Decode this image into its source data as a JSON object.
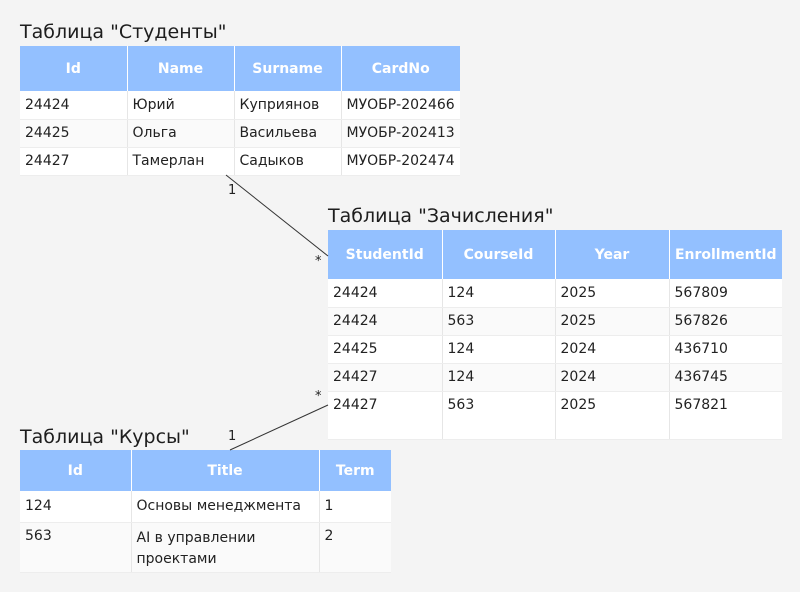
{
  "students": {
    "caption": "Таблица \"Студенты\"",
    "columns": [
      "Id",
      "Name",
      "Surname",
      "CardNo"
    ],
    "rows": [
      [
        "24424",
        "Юрий",
        "Куприянов",
        "МУОБР-202466"
      ],
      [
        "24425",
        "Ольга",
        "Васильева",
        "МУОБР-202413"
      ],
      [
        "24427",
        "Тамерлан",
        "Садыков",
        "МУОБР-202474"
      ]
    ]
  },
  "enrollments": {
    "caption": "Таблица \"Зачисления\"",
    "columns": [
      "StudentId",
      "CourseId",
      "Year",
      "EnrollmentId"
    ],
    "rows": [
      [
        "24424",
        "124",
        "2025",
        "567809"
      ],
      [
        "24424",
        "563",
        "2025",
        "567826"
      ],
      [
        "24425",
        "124",
        "2024",
        "436710"
      ],
      [
        "24427",
        "124",
        "2024",
        "436745"
      ],
      [
        "24427",
        "563",
        "2025",
        "567821"
      ]
    ]
  },
  "courses": {
    "caption": "Таблица \"Курсы\"",
    "columns": [
      "Id",
      "Title",
      "Term"
    ],
    "rows": [
      [
        "124",
        "Основы менеджмента",
        "1"
      ],
      [
        "563",
        "AI в управлении проектами",
        "2"
      ]
    ]
  },
  "relations": [
    {
      "from_label": "1",
      "to_label": "*"
    },
    {
      "from_label": "1",
      "to_label": "*"
    }
  ]
}
